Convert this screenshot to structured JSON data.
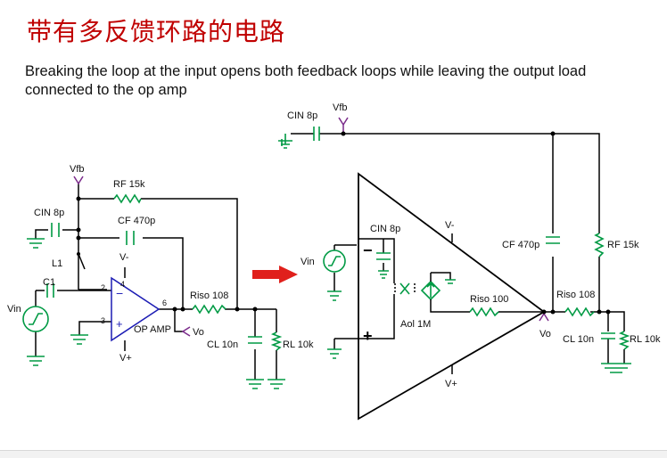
{
  "slide": {
    "title": "带有多反馈环路的电路",
    "subtitle": "Breaking the loop at the input opens both feedback loops while leaving the output load connected to the op amp"
  },
  "left_circuit": {
    "vfb": "Vfb",
    "rf": "RF 15k",
    "cin": "CIN 8p",
    "cf": "CF 470p",
    "l1": "L1",
    "c1": "C1",
    "vin": "Vin",
    "pin2": "2",
    "pin3": "3",
    "pin4": "4",
    "pin6": "6",
    "vminus": "V-",
    "vplus": "V+",
    "opamp": "OP AMP",
    "riso": "Riso 108",
    "vo": "Vo",
    "cl": "CL 10n",
    "rl": "RL 10k"
  },
  "right_circuit": {
    "cin_top": "CIN 8p",
    "vfb": "Vfb",
    "cin_inner": "CIN 8p",
    "vminus": "V-",
    "vplus": "V+",
    "vin": "Vin",
    "minus_sign": "−",
    "plus_sign": "+",
    "aol": "Aol 1M",
    "riso_inner": "Riso 100",
    "cf": "CF 470p",
    "rf": "RF 15k",
    "riso_out": "Riso 108",
    "vo": "Vo",
    "cl": "CL 10n",
    "rl": "RL 10k"
  },
  "colors": {
    "title": "#c00000",
    "wire": "#000000",
    "component": "#009a44",
    "opamp": "#1c1cb4",
    "arrow": "#e0201c",
    "node_label": "#7a2a8a"
  }
}
